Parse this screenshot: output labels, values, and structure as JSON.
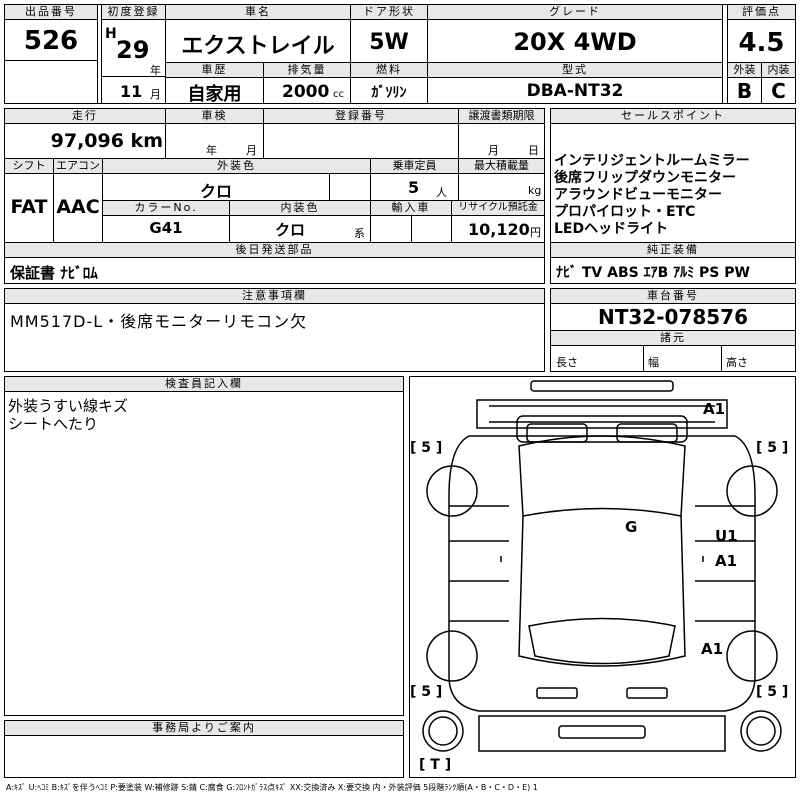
{
  "top": {
    "lot_label": "出品番号",
    "lot_number": "526",
    "first_reg_label": "初度登録",
    "era": "H",
    "year": "29",
    "year_unit": "年",
    "month": "11",
    "month_unit": "月",
    "car_name_label": "車名",
    "car_name": "エクストレイル",
    "door_label": "ドア形状",
    "door": "5W",
    "grade_label": "グレード",
    "grade": "20X 4WD",
    "score_label": "評価点",
    "score": "4.5",
    "history_label": "車歴",
    "history": "自家用",
    "displacement_label": "排気量",
    "displacement": "2000",
    "displacement_unit": "cc",
    "fuel_label": "燃料",
    "fuel": "ｶﾞｿﾘﾝ",
    "model_label": "型式",
    "model": "DBA-NT32",
    "exterior_label": "外装",
    "exterior": "B",
    "interior_label": "内装",
    "interior": "C"
  },
  "mid": {
    "mileage_label": "走行",
    "mileage": "97,096 km",
    "inspection_label": "車検",
    "inspection_year_unit": "年",
    "inspection_month_unit": "月",
    "reg_no_label": "登録番号",
    "transfer_label": "譲渡書類期限",
    "transfer_month_unit": "月",
    "transfer_day_unit": "日",
    "shift_label": "シフト",
    "shift": "FAT",
    "ac_label": "エアコン",
    "ac": "AAC",
    "ext_color_label": "外装色",
    "ext_color": "クロ",
    "capacity_label": "乗車定員",
    "capacity": "5",
    "capacity_unit": "人",
    "load_label": "最大積載量",
    "load_unit": "kg",
    "color_no_label": "カラーNo.",
    "color_no": "G41",
    "int_color_label": "内装色",
    "int_color": "クロ",
    "int_color_unit": "系",
    "import_label": "輸入車",
    "recycle_label": "リサイクル預託金",
    "recycle": "10,120",
    "recycle_unit": "円",
    "later_parts_label": "後日発送部品",
    "later_parts": "保証書 ﾅﾋﾞﾛﾑ"
  },
  "sales": {
    "label": "セールスポイント",
    "lines": [
      "インテリジェントルームミラー",
      "後席フリップダウンモニター",
      "アラウンドビューモニター",
      "プロパイロット・ETC",
      "LEDヘッドライト"
    ],
    "equip_label": "純正装備",
    "equip": "ﾅﾋﾞ TV ABS ｴｱB ｱﾙﾐ PS PW"
  },
  "notes": {
    "label": "注意事項欄",
    "text": "MM517D-L・後席モニターリモコン欠"
  },
  "chassis": {
    "label": "車台番号",
    "number": "NT32-078576",
    "spec_label": "諸元",
    "length_label": "長さ",
    "width_label": "幅",
    "height_label": "高さ"
  },
  "inspector": {
    "label": "検査員記入欄",
    "lines": [
      "外装うすい線キズ",
      "シートへたり"
    ]
  },
  "office": {
    "label": "事務局よりご案内"
  },
  "diagram": {
    "marks": {
      "a1_top": "A1",
      "g": "G",
      "u1": "U1",
      "a1_mid": "A1",
      "a1_low": "A1"
    },
    "tires": {
      "front_left": "[ 5 ]",
      "front_right": "[ 5 ]",
      "rear_left": "[ 5 ]",
      "rear_right": "[ 5 ]",
      "spare": "[ T ]"
    }
  },
  "legend": "A:ｷｽﾞ U:ﾍｺﾐ B:ｷｽﾞを伴うﾍｺﾐ P:要塗装 W:補修跡 S:錆 C:腐食 G:ﾌﾛﾝﾄｶﾞﾗｽ点ｷｽﾞ XX:交換済み X:要交換 内・外装評価 5段階ﾗﾝｸ順(A・B・C・D・E) 1"
}
